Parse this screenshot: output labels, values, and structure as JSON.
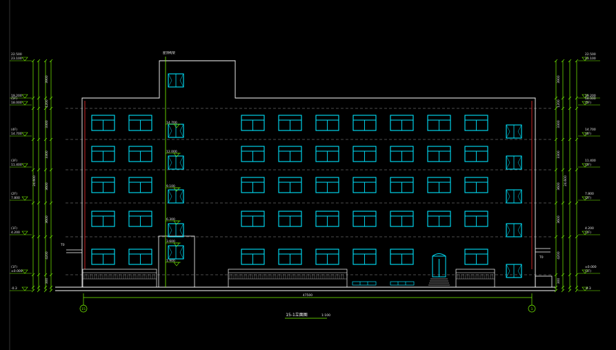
{
  "drawing": {
    "title": "15-1立面图",
    "scale": "1:100",
    "axis_left": "15",
    "axis_right": "1",
    "overall_dim": "47500",
    "roof_label": "屋顶构架",
    "stair_label": "3F"
  },
  "colors": {
    "background": "#000000",
    "window": "#00e5ff",
    "outline": "#ffffff",
    "wall_red": "#ff3030",
    "dim": "#7CFC00",
    "floor_line": "#9a9a9a"
  },
  "levels_left": [
    {
      "elev": "23.100",
      "sub": "22.500"
    },
    {
      "elev": "19.200",
      "sub": ""
    },
    {
      "elev": "18.000",
      "sub": "(5F)"
    },
    {
      "elev": "14.700",
      "sub": "(4F)"
    },
    {
      "elev": "11.400",
      "sub": "(3F)"
    },
    {
      "elev": "7.800",
      "sub": "(2F)"
    },
    {
      "elev": "4.200",
      "sub": "(1F)"
    },
    {
      "elev": "±0.000",
      "sub": "(1F)"
    },
    {
      "elev": "-0.3",
      "sub": ""
    }
  ],
  "levels_right": [
    {
      "elev": "23.100",
      "sub": "22.500"
    },
    {
      "elev": "19.200",
      "sub": ""
    },
    {
      "elev": "(5F)",
      "sub": "18.000"
    },
    {
      "elev": "(4F)",
      "sub": "14.700"
    },
    {
      "elev": "(3F)",
      "sub": "11.400"
    },
    {
      "elev": "(2F)",
      "sub": "7.800"
    },
    {
      "elev": "(1F)",
      "sub": "4.200"
    },
    {
      "elev": "(1F)",
      "sub": "±0.000"
    },
    {
      "elev": "-0.3",
      "sub": ""
    }
  ],
  "stair_levels": [
    "14.700",
    "12.000",
    "9.100",
    "6.300",
    "3.600",
    "1.900"
  ],
  "dim_vertical": [
    "3900",
    "1200",
    "3300",
    "3300",
    "3600",
    "3600",
    "4200",
    "300"
  ],
  "dim_side": "24.600",
  "side_tags_left": "T0",
  "side_tags_right": "T0"
}
